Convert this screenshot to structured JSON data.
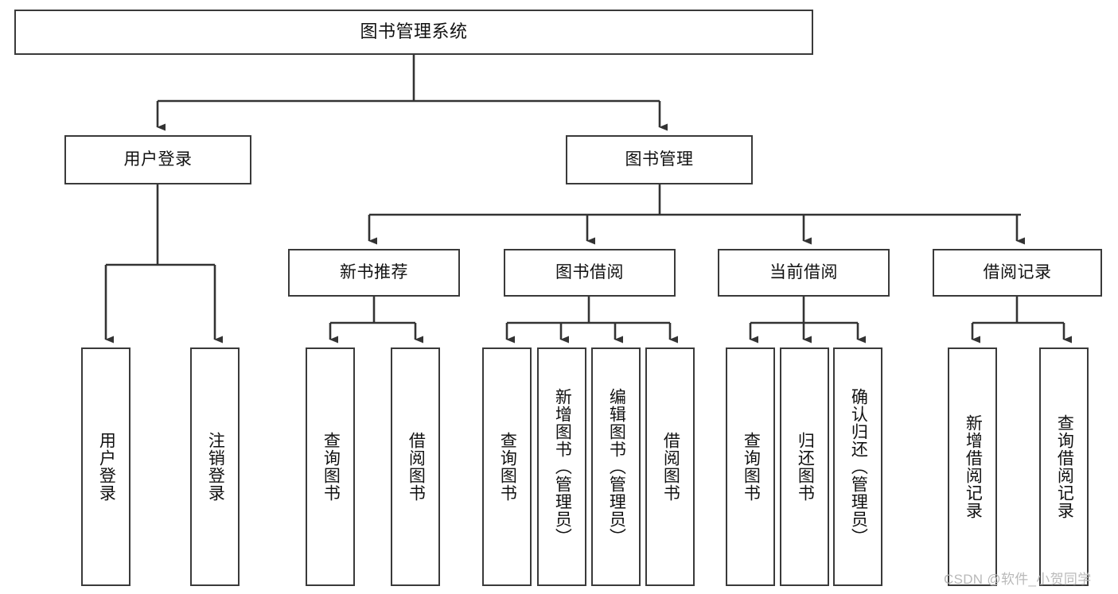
{
  "diagram": {
    "type": "tree",
    "title": "图书管理系统",
    "orientation": "top-down",
    "colors": {
      "box_border": "#3a3a3a",
      "box_fill": "#ffffff",
      "connector": "#333333",
      "text": "#111111",
      "watermark": "#b9b9b9",
      "background": "#ffffff"
    },
    "root": {
      "label": "图书管理系统"
    },
    "level1": [
      {
        "label": "用户登录"
      },
      {
        "label": "图书管理"
      }
    ],
    "level2": [
      {
        "label": "新书推荐"
      },
      {
        "label": "图书借阅"
      },
      {
        "label": "当前借阅"
      },
      {
        "label": "借阅记录"
      }
    ],
    "leaves": {
      "user_login": [
        {
          "label": "用户登录"
        },
        {
          "label": "注销登录"
        }
      ],
      "new_book_recommend": [
        {
          "label": "查询图书"
        },
        {
          "label": "借阅图书"
        }
      ],
      "book_borrow": [
        {
          "label": "查询图书"
        },
        {
          "label": "新增图书（管理员）"
        },
        {
          "label": "编辑图书（管理员）"
        },
        {
          "label": "借阅图书"
        }
      ],
      "current_borrow": [
        {
          "label": "查询图书"
        },
        {
          "label": "归还图书"
        },
        {
          "label": "确认归还（管理员）"
        }
      ],
      "borrow_record": [
        {
          "label": "新增借阅记录"
        },
        {
          "label": "查询借阅记录"
        }
      ]
    }
  },
  "watermark": {
    "text": "CSDN @软件_小贺同学"
  }
}
